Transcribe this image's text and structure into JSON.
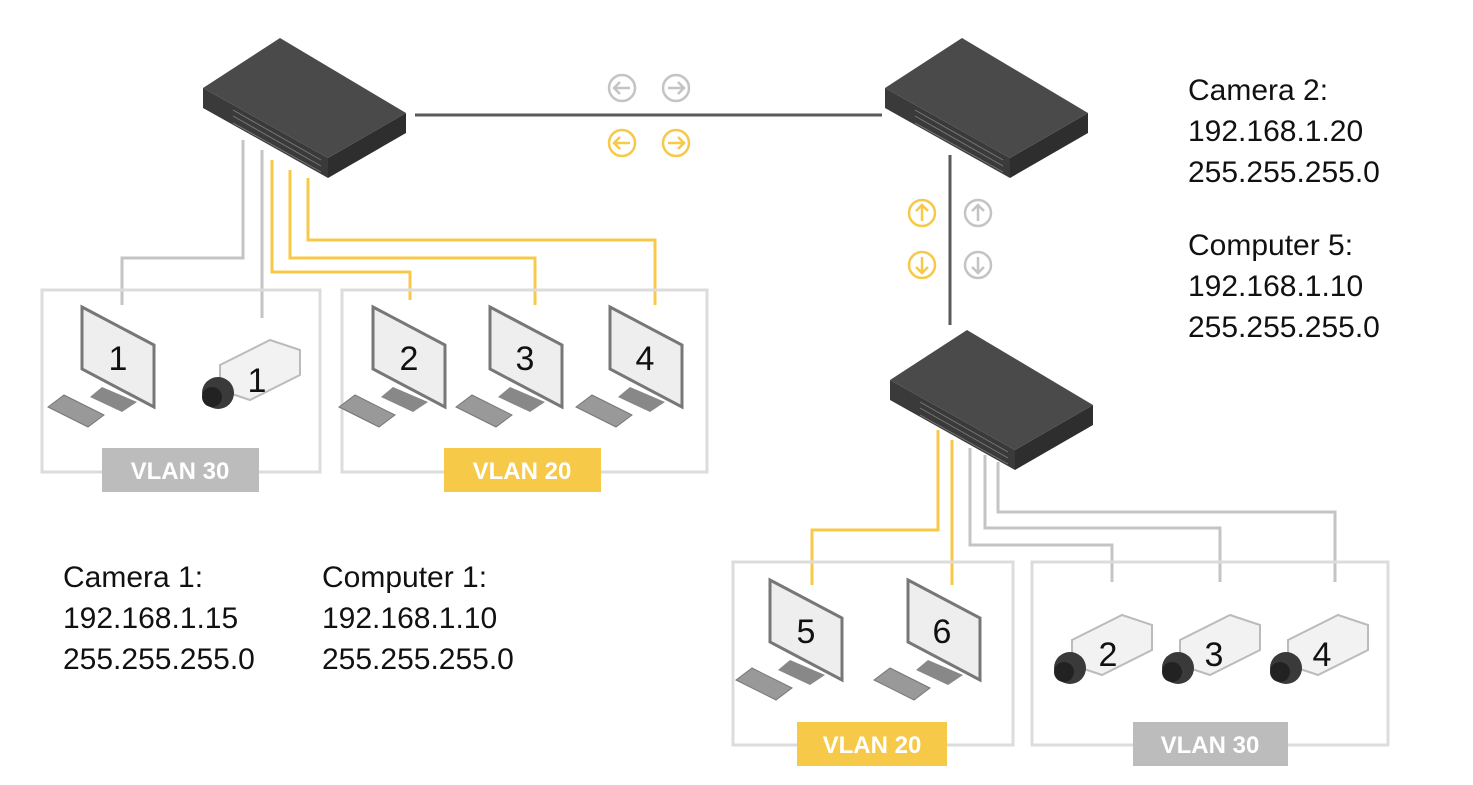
{
  "colors": {
    "vlan20": "#f7c948",
    "vlan30": "#bcbcbc",
    "switch": "#4a4a4a",
    "trunk": "#5a5a5a"
  },
  "left_group": {
    "vlan30": {
      "label": "VLAN 30",
      "computer": "1",
      "camera": "1"
    },
    "vlan20": {
      "label": "VLAN 20",
      "computers": [
        "2",
        "3",
        "4"
      ]
    }
  },
  "bottom_group": {
    "vlan20": {
      "label": "VLAN 20",
      "computers": [
        "5",
        "6"
      ]
    },
    "vlan30": {
      "label": "VLAN 30",
      "cameras": [
        "2",
        "3",
        "4"
      ]
    }
  },
  "camera1": {
    "title": "Camera 1:",
    "ip": "192.168.1.15",
    "mask": "255.255.255.0"
  },
  "computer1": {
    "title": "Computer 1:",
    "ip": "192.168.1.10",
    "mask": "255.255.255.0"
  },
  "camera2": {
    "title": "Camera 2:",
    "ip": "192.168.1.20",
    "mask": "255.255.255.0"
  },
  "computer5": {
    "title": "Computer 5:",
    "ip": "192.168.1.10",
    "mask": "255.255.255.0"
  },
  "icons": [
    "network-switch",
    "monitor",
    "keyboard",
    "ip-camera",
    "arrow-left-circle",
    "arrow-right-circle",
    "arrow-up-circle",
    "arrow-down-circle"
  ]
}
